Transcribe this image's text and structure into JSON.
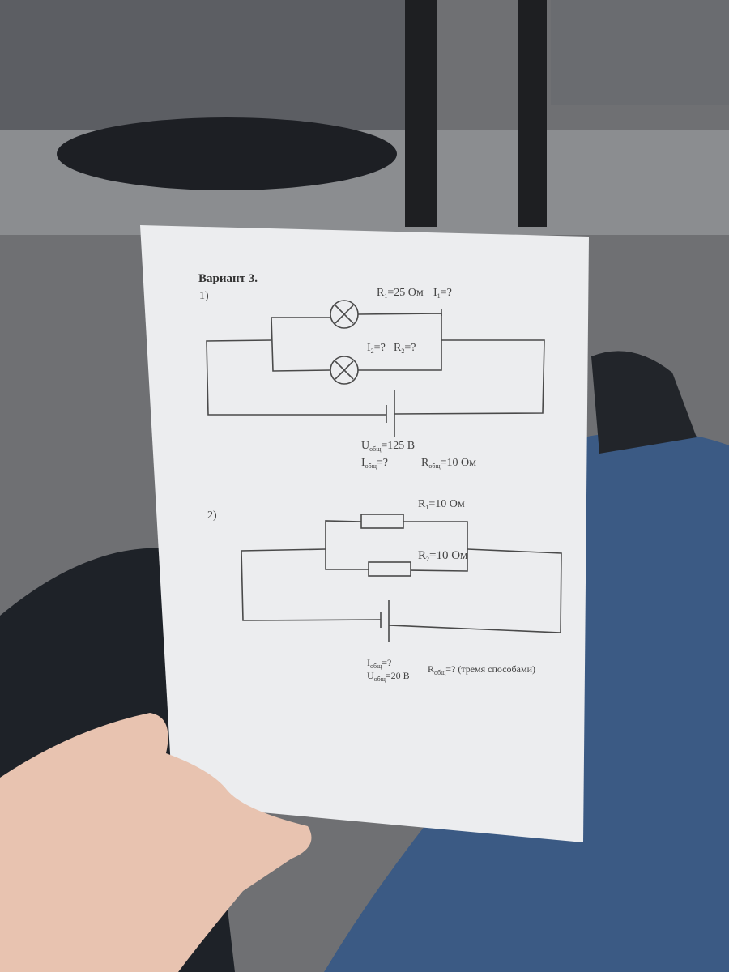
{
  "worksheet": {
    "title": "Вариант 3.",
    "problem1": {
      "number": "1)",
      "r1_label": "R",
      "r1_sub": "1",
      "r1_value": "=25 Ом",
      "i1_label": "I",
      "i1_sub": "1",
      "i1_value": "=?",
      "i2_label": "I",
      "i2_sub": "2",
      "i2_value": "=?",
      "r2_label": "R",
      "r2_sub": "2",
      "r2_value": "=?",
      "u_label": "U",
      "u_sub": "общ",
      "u_value": "=125 В",
      "i_label": "I",
      "i_sub": "общ",
      "i_value": "=?",
      "r_label": "R",
      "r_sub": "общ",
      "r_value": "=10 Ом"
    },
    "problem2": {
      "number": "2)",
      "r1_label": "R",
      "r1_sub": "1",
      "r1_value": "=10 Ом",
      "r2_label": "R",
      "r2_sub": "2",
      "r2_value": "=10 Ом",
      "i_label": "I",
      "i_sub": "общ",
      "i_value": "=?",
      "u_label": "U",
      "u_sub": "общ",
      "u_value": "=20 В",
      "r_label": "R",
      "r_sub": "общ",
      "r_value": "=? (тремя способами)"
    }
  },
  "colors": {
    "paper": "#ecedef",
    "wire": "#4a4a4a",
    "jeans": "#3b5a84",
    "skin": "#e8c3b0"
  }
}
